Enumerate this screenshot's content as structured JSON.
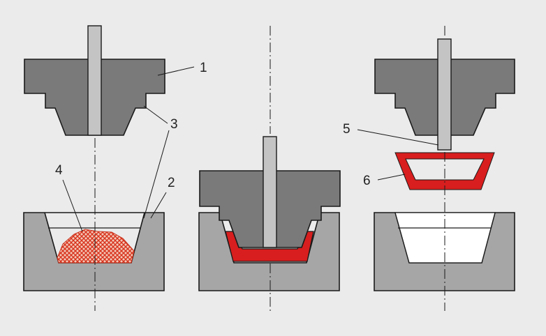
{
  "colors": {
    "background": "#ebebeb",
    "punch": "#7a7a7a",
    "die": "#a6a6a6",
    "ejector": "#c4c4c4",
    "cavity": "#ffffff",
    "outline": "#1a1a1a",
    "material": "#d81e1e",
    "powder": "#e0452e"
  },
  "labels": {
    "l1": "1",
    "l2": "2",
    "l3": "3",
    "l4": "4",
    "l5": "5",
    "l6": "6"
  }
}
